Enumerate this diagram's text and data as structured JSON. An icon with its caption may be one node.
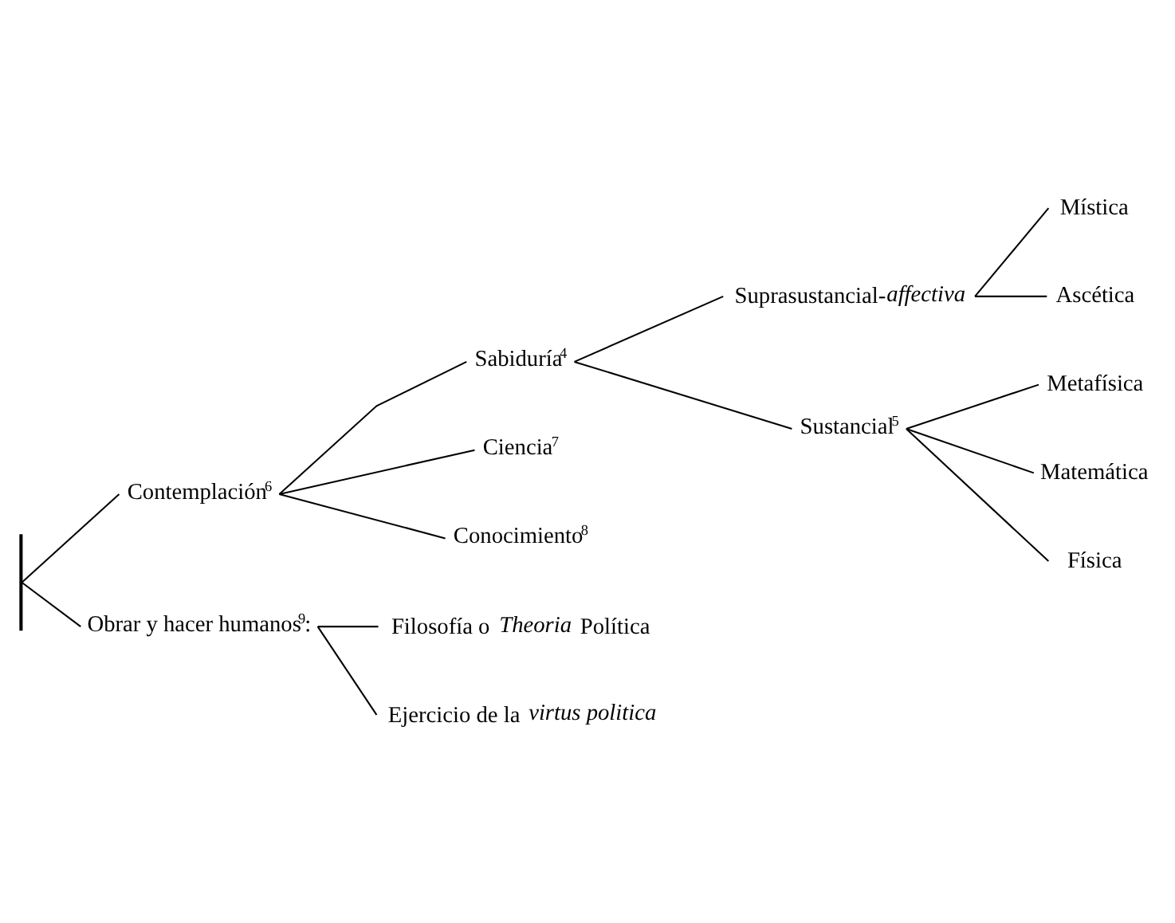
{
  "diagram": {
    "nodes": [
      {
        "text": [],
        "shape": "bar"
      },
      {
        "text": [
          "Contemplación$^{6}$"
        ]
      },
      {
        "text": [
          "Sabiduría$^{4}$"
        ]
      },
      {
        "text": [
          "Suprasustancial-*affectiva*"
        ]
      },
      {
        "text": [
          "Mística"
        ]
      },
      {
        "text": [
          "Ascética"
        ]
      },
      {
        "text": [
          "Sustancial$^{5}$"
        ]
      },
      {
        "text": [
          "Metafísica"
        ]
      },
      {
        "text": [
          "Matemática"
        ]
      },
      {
        "text": [
          "Física"
        ]
      },
      {
        "text": [
          "Ciencia$^{7}$"
        ]
      },
      {
        "text": [
          "Conocimiento$^{8}$"
        ]
      },
      {
        "text": [
          "Obrar y hacer humanos$^{9}$:"
        ]
      },
      {
        "text": [
          "Filosofía o *Theoria* Política"
        ]
      },
      {
        "text": [
          "Ejercicio de la *virtus politica*"
        ]
      }
    ],
    "edges": [
      {
        "from": 0,
        "to": 1,
        "arrow": "none"
      },
      {
        "from": 0,
        "to": 12,
        "arrow": "none"
      },
      {
        "from": 1,
        "to": 2,
        "arrow": "none"
      },
      {
        "from": 1,
        "to": 10,
        "arrow": "none"
      },
      {
        "from": 1,
        "to": 11,
        "arrow": "none"
      },
      {
        "from": 2,
        "to": 3,
        "arrow": "none"
      },
      {
        "from": 2,
        "to": 6,
        "arrow": "none"
      },
      {
        "from": 3,
        "to": 4,
        "arrow": "none"
      },
      {
        "from": 3,
        "to": 5,
        "arrow": "none"
      },
      {
        "from": 6,
        "to": 7,
        "arrow": "none"
      },
      {
        "from": 6,
        "to": 8,
        "arrow": "none"
      },
      {
        "from": 6,
        "to": 9,
        "arrow": "none"
      },
      {
        "from": 12,
        "to": 13,
        "arrow": "none"
      },
      {
        "from": 12,
        "to": 14,
        "arrow": "none"
      }
    ]
  }
}
